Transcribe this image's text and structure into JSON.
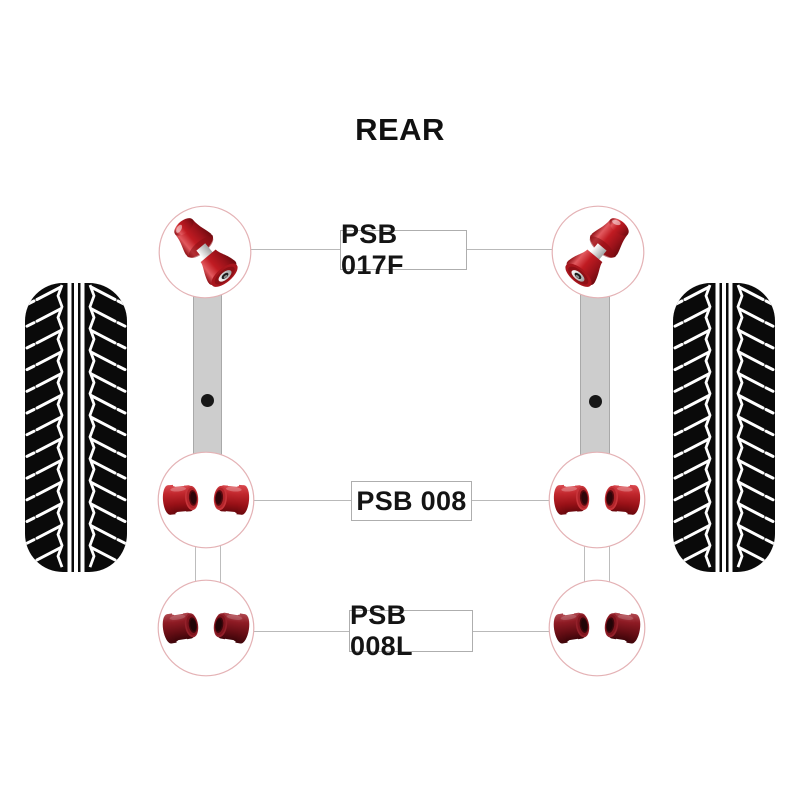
{
  "diagram": {
    "title": "REAR",
    "callouts": [
      {
        "label": "PSB 017F",
        "position": "upper",
        "sides": "left-and-right",
        "icon": "cone-bushing-icon"
      },
      {
        "label": "PSB 008",
        "position": "middle",
        "sides": "left-and-right",
        "icon": "cylinder-bushing-pair-icon"
      },
      {
        "label": "PSB 008L",
        "position": "lower",
        "sides": "left-and-right",
        "icon": "dark-cylinder-bushing-pair-icon"
      }
    ],
    "colors": {
      "bushing_red": "#c1272d",
      "bushing_dark_red": "#8e1b24",
      "arm_gray": "#cdcdcd",
      "tire_black": "#0a0a0a",
      "callout_circle_pink": "#e4b2b5",
      "line_gray": "#b9b9b9",
      "text_black": "#141414"
    }
  }
}
